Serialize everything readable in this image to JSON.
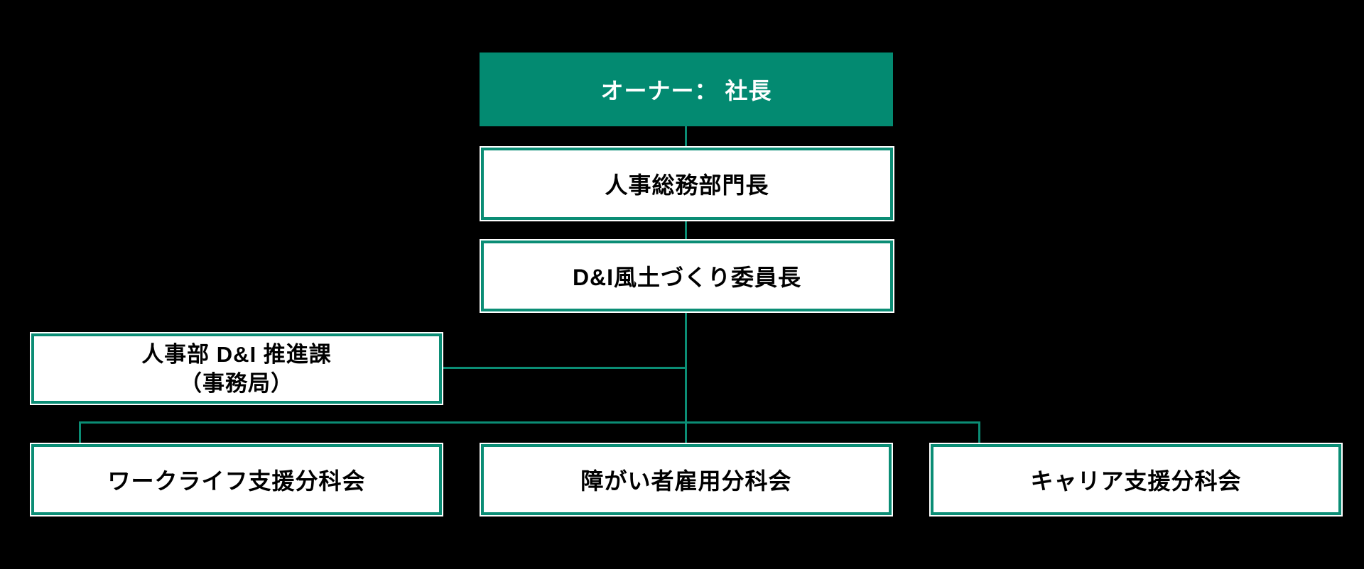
{
  "colors": {
    "background": "#000000",
    "teal_fill": "#038a71",
    "teal_border": "#0b8d75",
    "connector": "#0b8d75",
    "box_fill": "#ffffff",
    "text_dark": "#000000",
    "text_light": "#ffffff"
  },
  "org_chart": {
    "owner_box": {
      "label": "オーナー： 社長"
    },
    "hr_director_box": {
      "label": "人事総務部門長"
    },
    "committee_chair_box": {
      "label": "D&I風土づくり委員長"
    },
    "secretariat_box": {
      "line1": "人事部 D&I 推進課",
      "line2": "（事務局）"
    },
    "subcommittee_boxes": [
      {
        "label": "ワークライフ支援分科会"
      },
      {
        "label": "障がい者雇用分科会"
      },
      {
        "label": "キャリア支援分科会"
      }
    ]
  }
}
